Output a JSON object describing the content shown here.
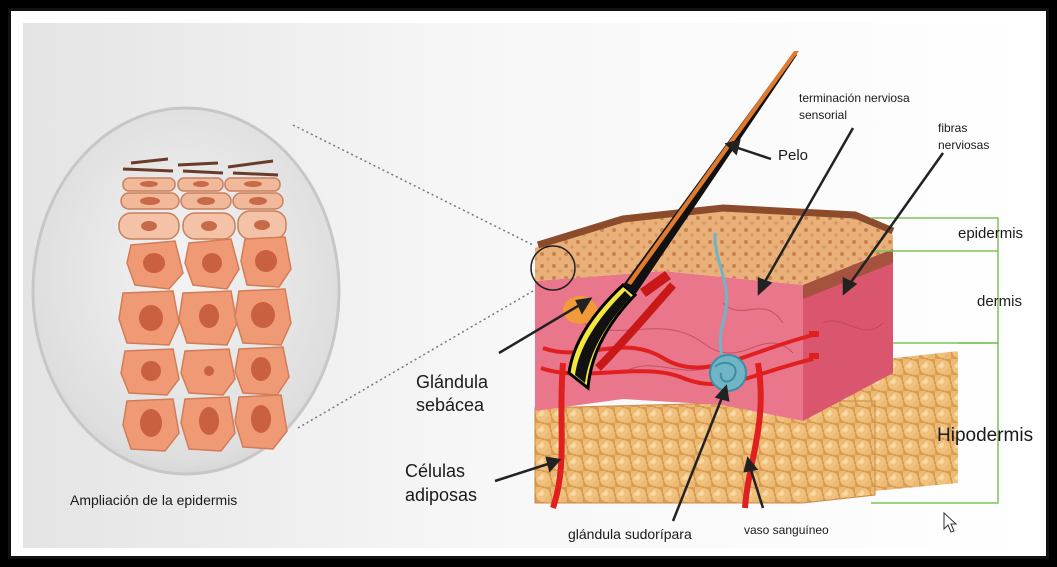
{
  "labels": {
    "epidermis_zoom": "Ampliación de la epidermis",
    "pelo": "Pelo",
    "terminacion_line1": "terminación nerviosa",
    "terminacion_line2": "sensorial",
    "fibras_line1": "fibras",
    "fibras_line2": "nerviosas",
    "epidermis": "epidermis",
    "dermis": "dermis",
    "hipodermis": "Hipodermis",
    "sebacea_line1": "Glándula",
    "sebacea_line2": "sebácea",
    "adiposas_line1": "Células",
    "adiposas_line2": "adiposas",
    "sudoripara": "glándula sudorípara",
    "vaso": "vaso sanguíneo"
  },
  "colors": {
    "epidermis_cells": "#f2a07a",
    "dermis": "#e9768a",
    "fat": "#e2b068",
    "bracket": "#7cc35a",
    "vessel": "#e0201f",
    "gland": "#6fb5c6",
    "hair": "#e07a2c"
  },
  "icons": [
    "cursor-icon"
  ]
}
